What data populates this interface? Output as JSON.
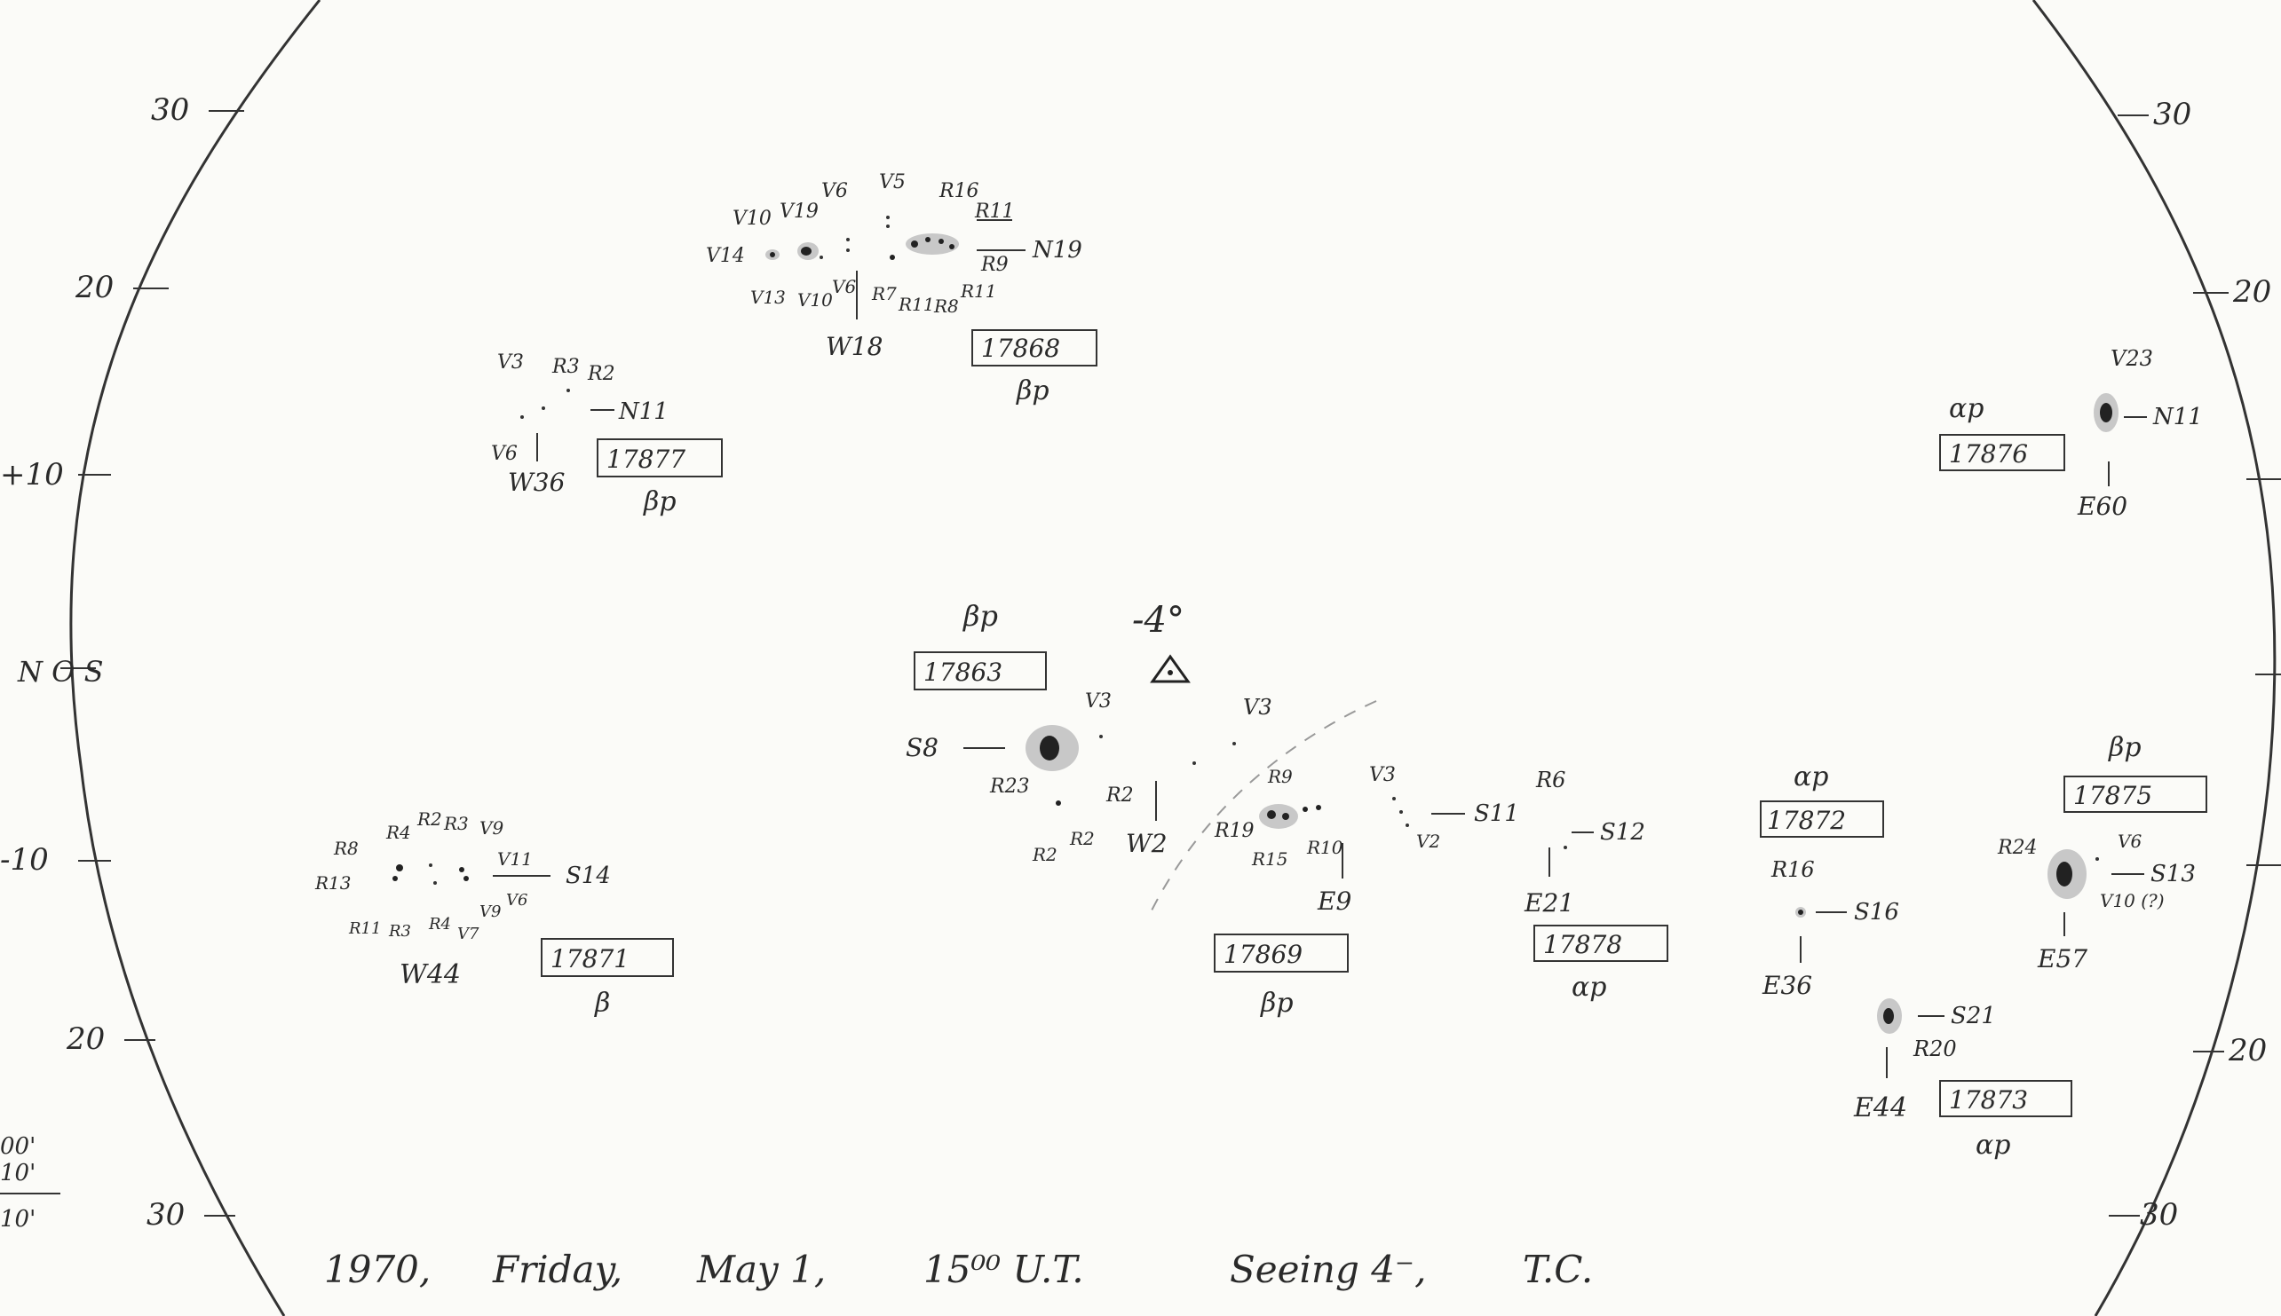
{
  "disk": {
    "left_lat_ticks": [
      "30",
      "20",
      "+10",
      "N O S",
      "-10",
      "20",
      "30"
    ],
    "right_lat_ticks": [
      "30",
      "20",
      "20",
      "30"
    ]
  },
  "margin_notes": [
    "00'",
    "10'",
    "10'"
  ],
  "central_meridian": "-4°",
  "groups": [
    {
      "id": "17868",
      "class": "βp",
      "position": "W18",
      "latitude": "N19",
      "spot_labels": [
        "V10",
        "V19",
        "V6",
        "V5",
        "R16",
        "R11",
        "V14",
        "V13",
        "V10",
        "V6",
        "R7",
        "R11",
        "R8",
        "R11",
        "R9"
      ]
    },
    {
      "id": "17877",
      "class": "βp",
      "position": "W36",
      "latitude": "N11",
      "spot_labels": [
        "V3",
        "R3",
        "R2",
        "V6"
      ]
    },
    {
      "id": "17876",
      "class": "αp",
      "position": "E60",
      "latitude": "N11",
      "spot_labels": [
        "V23"
      ]
    },
    {
      "id": "17863",
      "class": "βp",
      "position": "W2",
      "latitude": "S8",
      "spot_labels": [
        "V3",
        "V3",
        "R23",
        "R2",
        "R2",
        "R2"
      ]
    },
    {
      "id": "17871",
      "class": "β",
      "position": "W44",
      "latitude": "S14",
      "spot_labels": [
        "R4",
        "R2",
        "R3",
        "V9",
        "R8",
        "V11",
        "R13",
        "V6",
        "R11",
        "R3",
        "R4",
        "V7",
        "V9"
      ]
    },
    {
      "id": "17869",
      "class": "βp",
      "position": "E9",
      "latitude": "",
      "spot_labels": [
        "R9",
        "R19",
        "R15",
        "R10"
      ]
    },
    {
      "id": "17878",
      "class": "αp",
      "position": "E21",
      "latitude": "S12",
      "spot_labels": [
        "V3",
        "V2",
        "R6"
      ],
      "extra_latitude": "S11"
    },
    {
      "id": "17872",
      "class": "αp",
      "position": "E36",
      "latitude": "S16",
      "spot_labels": [
        "R16"
      ]
    },
    {
      "id": "17875",
      "class": "βp",
      "position": "E57",
      "latitude": "S13",
      "spot_labels": [
        "R24",
        "V6",
        "V10 (?)"
      ]
    },
    {
      "id": "17873",
      "class": "αp",
      "position": "E44",
      "latitude": "S21",
      "spot_labels": [
        "R20"
      ]
    }
  ],
  "footer": {
    "year": "1970,",
    "weekday": "Friday,",
    "month_day": "May 1,",
    "time": "15⁰⁰ U.T.",
    "seeing": "Seeing 4⁻,",
    "observer": "T.C."
  },
  "colors": {
    "ink": "#2a2a2a",
    "paper": "#fbfbf8",
    "penumbra": "#c8c8c8"
  }
}
